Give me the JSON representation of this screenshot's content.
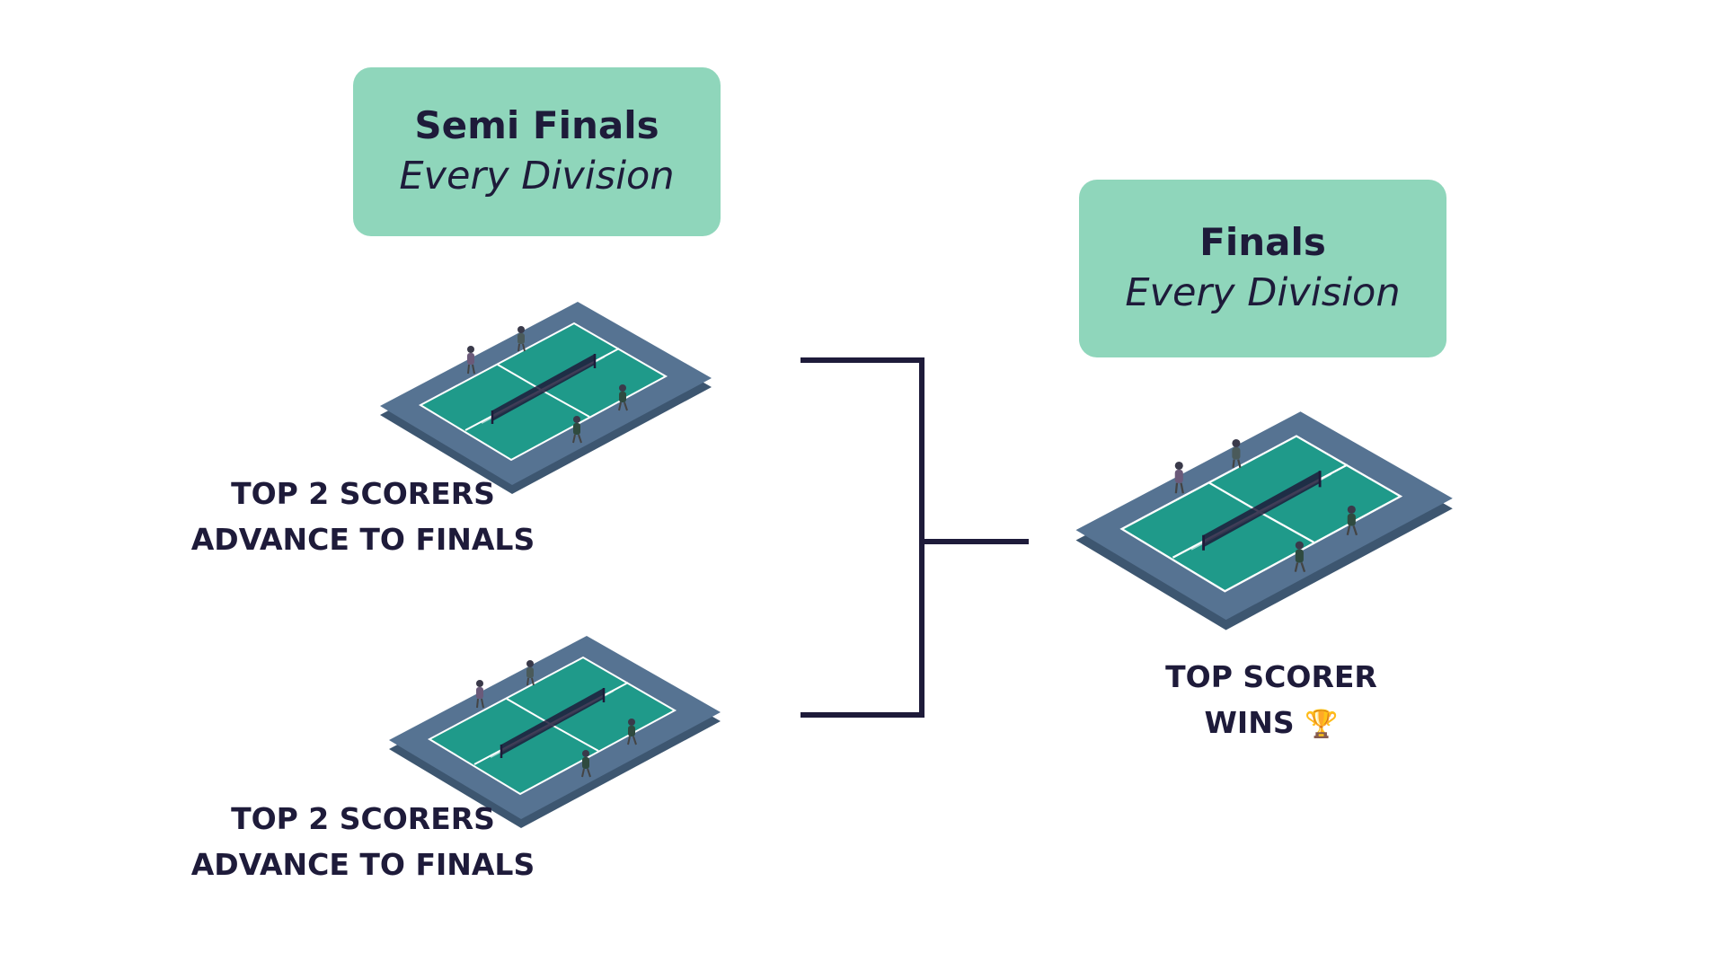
{
  "semi_finals": {
    "title": "Semi Finals",
    "subtitle": "Every Division",
    "groups": [
      {
        "caption_line1": "TOP 2 SCORERS",
        "caption_line2": "ADVANCE TO FINALS"
      },
      {
        "caption_line1": "TOP 2 SCORERS",
        "caption_line2": "ADVANCE TO FINALS"
      }
    ]
  },
  "finals": {
    "title": "Finals",
    "subtitle": "Every Division",
    "caption_line1": "TOP SCORER",
    "caption_line2": "WINS",
    "caption_icon": "🏆"
  },
  "icons": {
    "court": "pickleball-court-icon",
    "trophy": "trophy-icon"
  },
  "colors": {
    "card_bg": "#8fd6bb",
    "text_dark": "#1e1b3a",
    "court_surround": "#567392",
    "court_playing": "#1f9a8a",
    "bracket_line": "#1e1b3a"
  }
}
